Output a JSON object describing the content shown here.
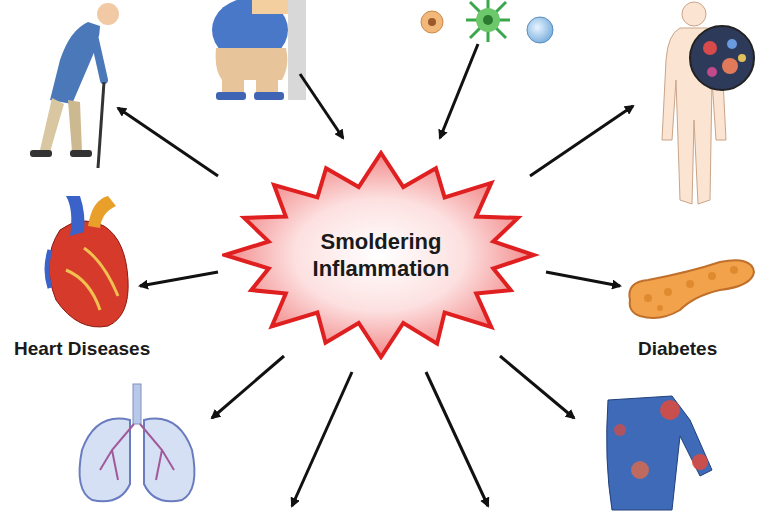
{
  "diagram": {
    "nodes": [
      {
        "text": [
          "Smoldering Inflammation"
        ]
      }
    ],
    "labels": [
      "Heart Diseases",
      "Diabetes"
    ]
  }
}
